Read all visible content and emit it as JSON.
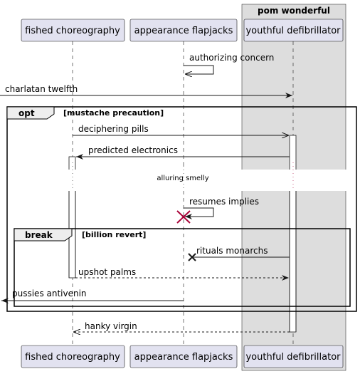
{
  "participants": {
    "p1": "fished choreography",
    "p2": "appearance flapjacks",
    "p3": "youthful defibrillator"
  },
  "box_group": {
    "title": "pom wonderful"
  },
  "frames": {
    "opt": {
      "keyword": "opt",
      "guard": "[mustache precaution]"
    },
    "break": {
      "keyword": "break",
      "guard": "[billion revert]"
    }
  },
  "messages": {
    "m1": "authorizing concern",
    "m2": "charlatan twelfth",
    "m3": "deciphering pills",
    "m4": "predicted electronics",
    "m5": "resumes implies",
    "m6": "rituals monarchs",
    "m7": "upshot palms",
    "m8": "pussies antivenin",
    "m9": "hanky virgin"
  },
  "divider": {
    "label": "alluring smelly"
  },
  "colors": {
    "participant_fill": "#E2E2F0",
    "participant_stroke": "#181818",
    "box_fill": "#DDDDDD",
    "line": "#181818",
    "destroy": "#A80036"
  }
}
